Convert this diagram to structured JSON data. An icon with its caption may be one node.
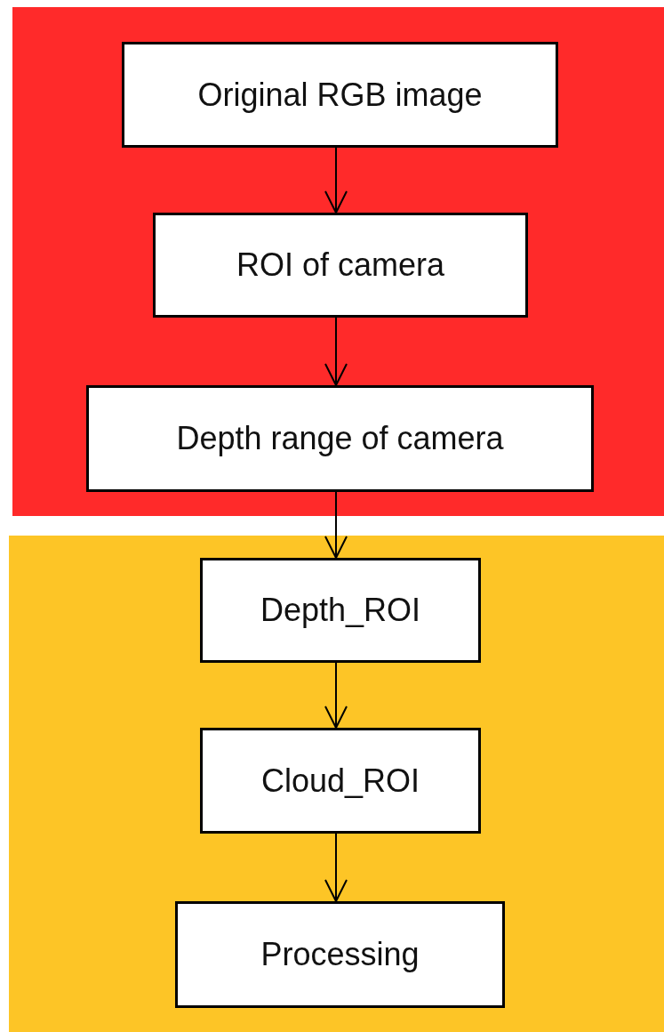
{
  "diagram": {
    "nodes": [
      {
        "text": [],
        "shape": "box"
      },
      {
        "text": [
          "Original RGB image"
        ],
        "in": 0
      },
      {
        "text": [
          "ROI of camera"
        ],
        "in": 0
      },
      {
        "text": [
          "Depth range of camera"
        ],
        "in": 0
      },
      {
        "text": [],
        "shape": "box"
      },
      {
        "text": [
          "Depth_ROI"
        ],
        "in": 4
      },
      {
        "text": [
          "Cloud_ROI"
        ],
        "in": 4
      },
      {
        "text": [
          "Processing"
        ],
        "in": 4
      }
    ],
    "edges": [
      {
        "from": 1,
        "to": 2,
        "arrow": "to"
      },
      {
        "from": 2,
        "to": 3,
        "arrow": "to"
      },
      {
        "from": 3,
        "to": 5,
        "arrow": "to"
      },
      {
        "from": 5,
        "to": 6,
        "arrow": "to"
      },
      {
        "from": 6,
        "to": 7,
        "arrow": "to"
      }
    ]
  }
}
